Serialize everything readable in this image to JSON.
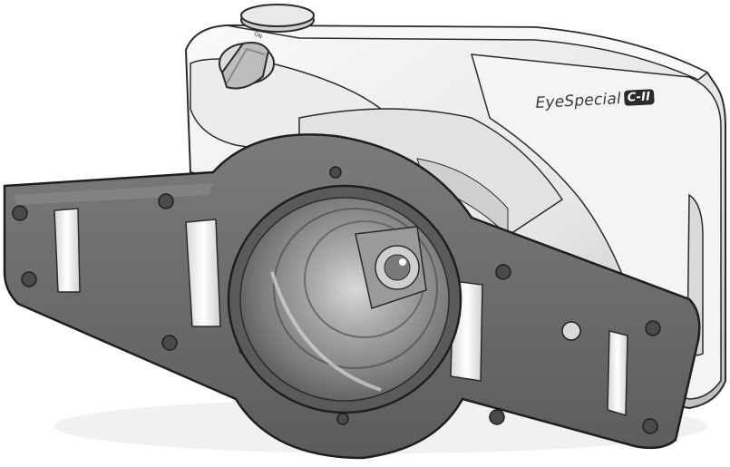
{
  "product": {
    "brand_name": "EyeSpecial",
    "model_badge": "C-II",
    "dial_label": "ON"
  },
  "colors": {
    "body": "#efefef",
    "body_shadow": "#c9c9c9",
    "flash_plate": "#6a6a6a",
    "lens_glass": "#8d8d8d",
    "outline": "#2b2b2b"
  },
  "icons": [
    "power-dial-icon",
    "mode-dial-icon",
    "screw-icon",
    "led-window-icon",
    "lens-icon"
  ]
}
